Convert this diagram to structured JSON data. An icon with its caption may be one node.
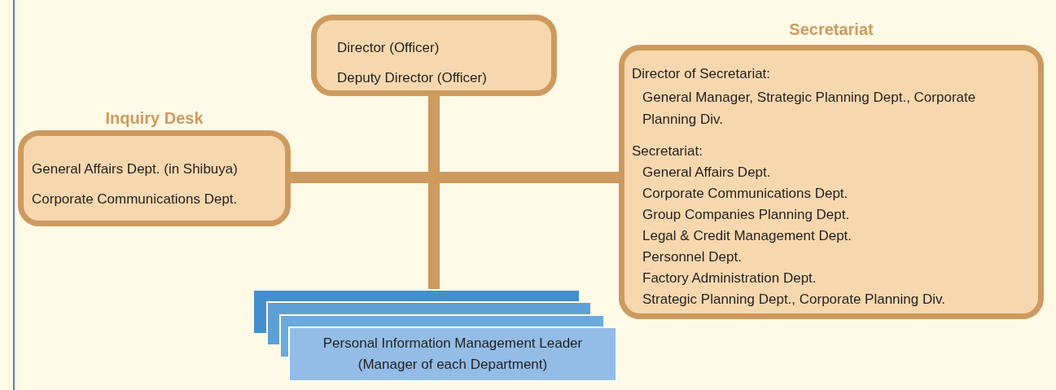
{
  "diagram": {
    "nodes": [
      {
        "text": [
          "Director (Officer)",
          "Deputy Director (Officer)"
        ]
      },
      {
        "text": [
          "Inquiry Desk",
          "General Affairs Dept. (in Shibuya)",
          "Corporate Communications Dept."
        ]
      },
      {
        "text": [
          "Secretariat",
          "Director of Secretariat:",
          "General Manager, Strategic Planning Dept., Corporate Planning Div.",
          "Secretariat:",
          "General Affairs Dept.",
          "Corporate Communications Dept.",
          "Group Companies Planning Dept.",
          "Legal & Credit Management Dept.",
          "Personnel Dept.",
          "Factory Administration Dept.",
          "Strategic Planning Dept., Corporate Planning Div."
        ]
      },
      {
        "text": [
          "Personal Information Management Leader (Manager of each Department)"
        ]
      }
    ],
    "edges": [
      {
        "from": 0,
        "to": 1,
        "arrow": "none"
      },
      {
        "from": 0,
        "to": 2,
        "arrow": "none"
      },
      {
        "from": 0,
        "to": 3,
        "arrow": "none"
      }
    ]
  }
}
